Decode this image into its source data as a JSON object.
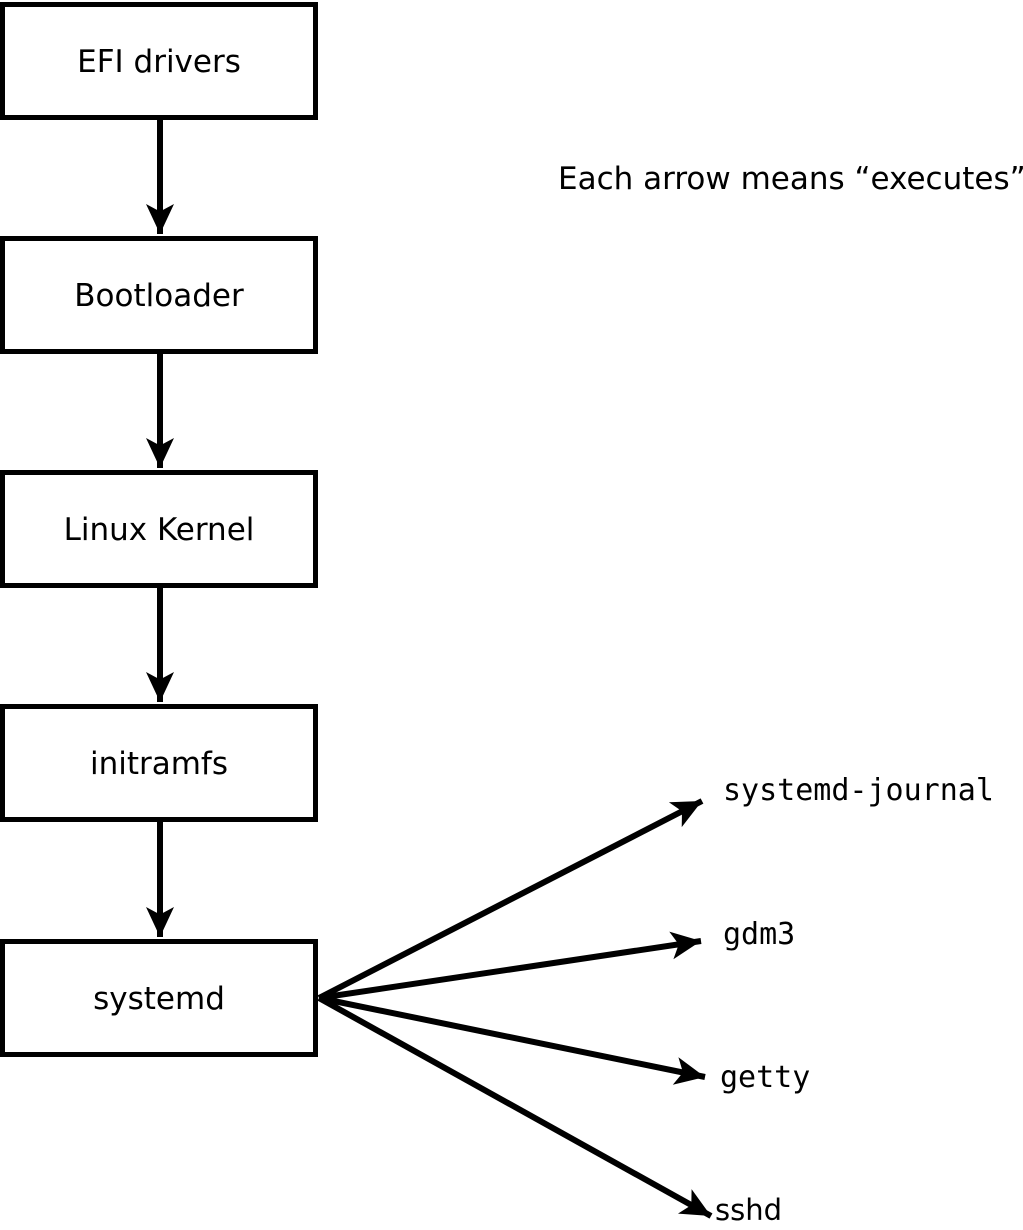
{
  "caption": "Each arrow means “executes”.",
  "colors": {
    "background": "#ffffff",
    "line": "#000000",
    "text": "#000000"
  },
  "boxes": [
    {
      "label": "EFI drivers"
    },
    {
      "label": "Bootloader"
    },
    {
      "label": "Linux Kernel"
    },
    {
      "label": "initramfs"
    },
    {
      "label": "systemd"
    }
  ],
  "targets": [
    {
      "label": "systemd-journal"
    },
    {
      "label": "gdm3"
    },
    {
      "label": "getty"
    },
    {
      "label": "sshd"
    }
  ]
}
